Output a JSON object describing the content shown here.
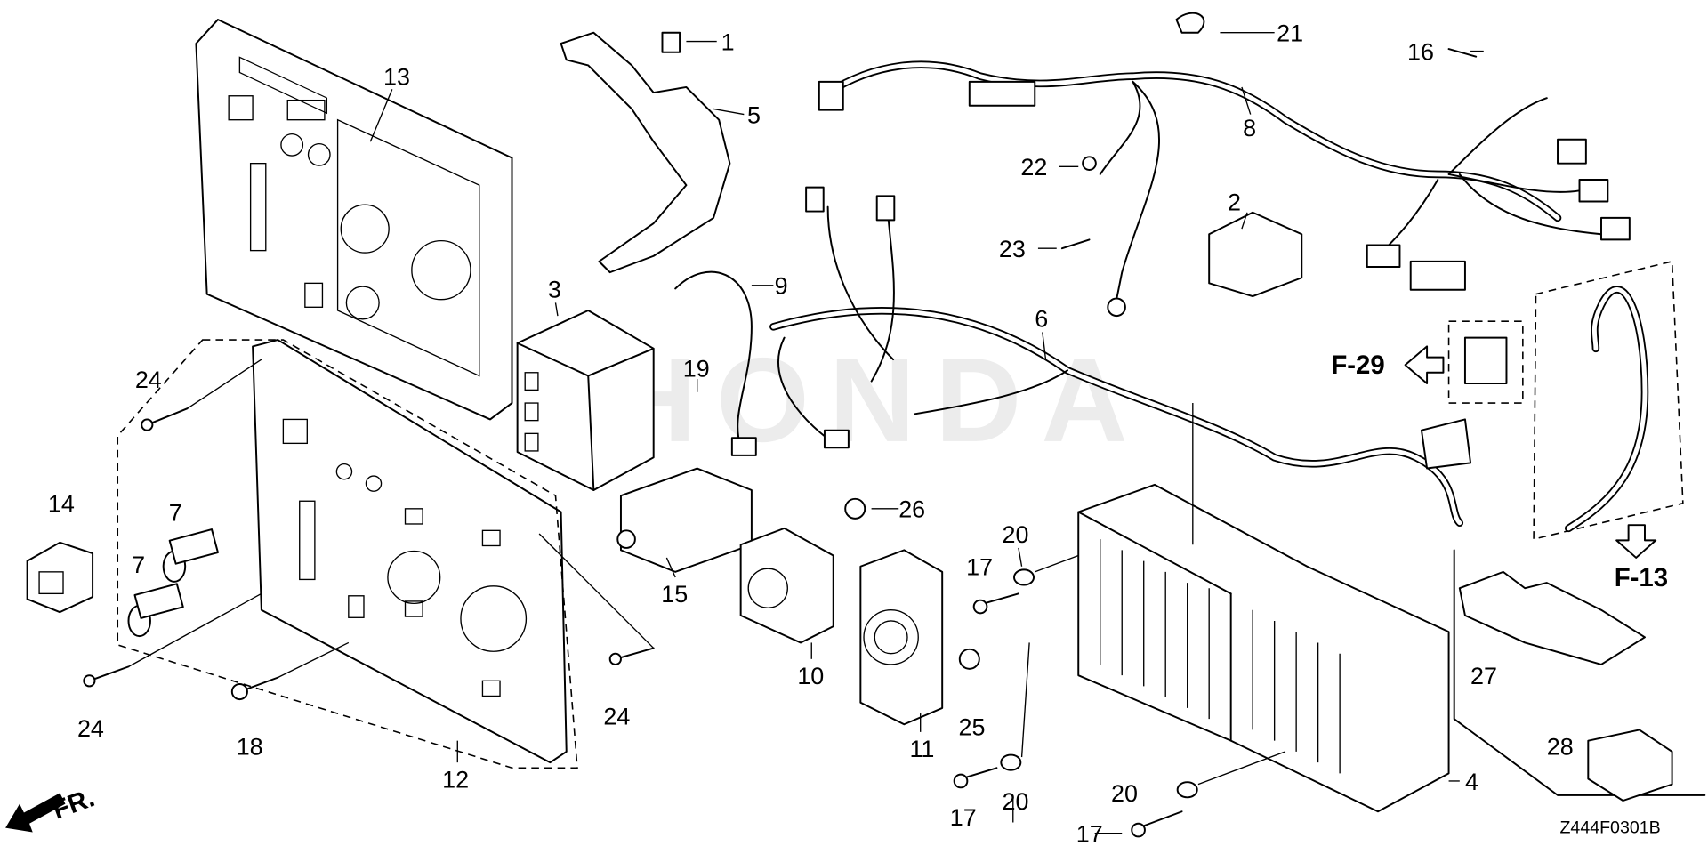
{
  "diagram": {
    "drawing_code": "Z444F0301B",
    "watermark": "HONDA",
    "front_marker": "FR.",
    "references": [
      "F-29",
      "F-13"
    ],
    "callouts": [
      "1",
      "2",
      "3",
      "4",
      "5",
      "6",
      "7",
      "7",
      "8",
      "9",
      "10",
      "11",
      "12",
      "13",
      "14",
      "15",
      "16",
      "17",
      "17",
      "17",
      "18",
      "19",
      "20",
      "20",
      "20",
      "21",
      "22",
      "23",
      "24",
      "24",
      "24",
      "25",
      "26",
      "27",
      "28"
    ]
  }
}
